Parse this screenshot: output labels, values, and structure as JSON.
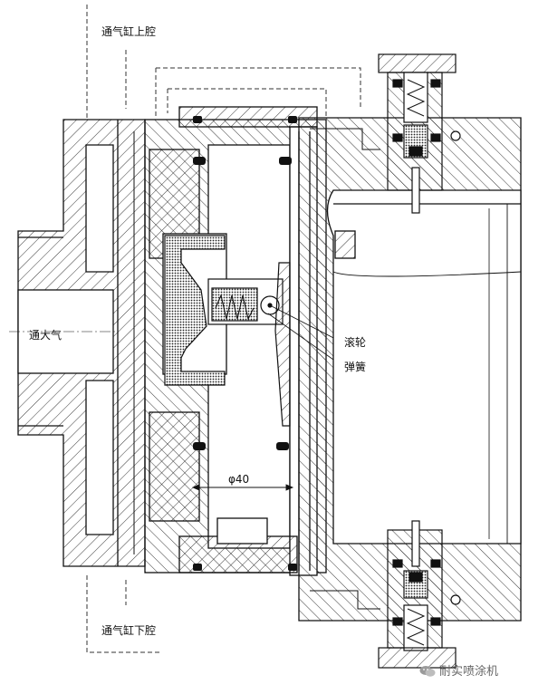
{
  "labels": {
    "upper_chamber": "通气缸上腔",
    "lower_chamber": "通气缸下腔",
    "atmosphere": "通大气",
    "roller": "滚轮",
    "spring": "弹簧",
    "dimension": "φ40"
  },
  "watermark": {
    "text": "耐实喷涂机",
    "icon": "wechat-icon"
  },
  "colors": {
    "line": "#111111",
    "hatch": "#222222",
    "dash": "#333333"
  }
}
